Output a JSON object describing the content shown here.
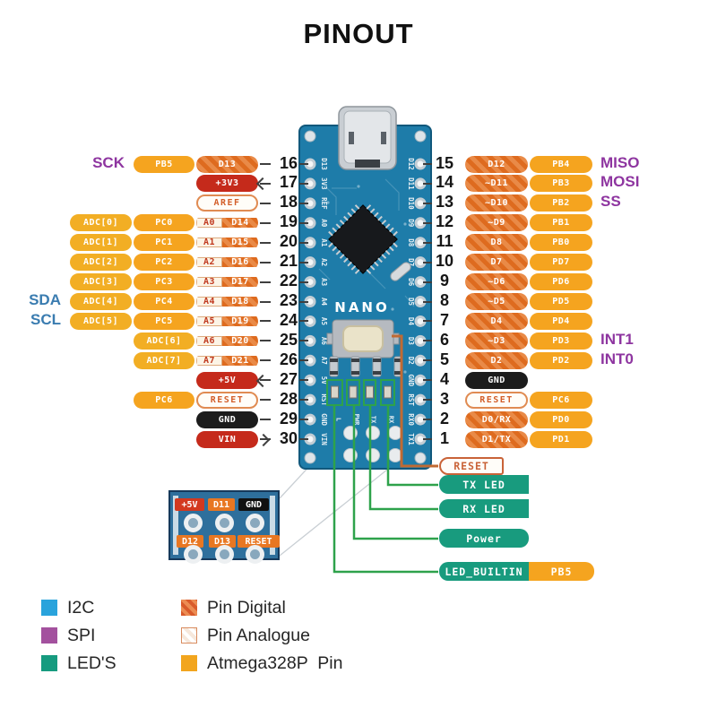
{
  "title": "PINOUT",
  "colors": {
    "mcu_orange": "#F5A41F",
    "adc_orange": "#F2AE24",
    "digital_orange": "#DE6B1F",
    "digital_stripe": "#E98A47",
    "power_red": "#C52A1B",
    "gnd_black": "#1C1C1C",
    "teal": "#189B7E",
    "outline_text": "#D35F2B",
    "purple_text": "#8E35A0",
    "i2c_blue": "#29A3DC",
    "sda_scl_blue": "#3A7CB0",
    "spi_purple": "#A3519E",
    "leds_teal": "#169B7F",
    "wire_green": "#2EA24B",
    "wire_orange": "#C06A33",
    "board_blue": "#1E7CA9"
  },
  "left_rows": [
    {
      "num": "16",
      "tag": "SCK",
      "tag_color": "purple",
      "cells": [
        {
          "slot": 2,
          "text": "PB5",
          "kind": "mcu"
        },
        {
          "slot": 3,
          "text": "D13",
          "kind": "digital"
        }
      ]
    },
    {
      "num": "17",
      "arrow": "left",
      "cells": [
        {
          "slot": 3,
          "text": "+3V3",
          "kind": "power"
        }
      ]
    },
    {
      "num": "18",
      "cells": [
        {
          "slot": 3,
          "text": "AREF",
          "kind": "outline"
        }
      ]
    },
    {
      "num": "19",
      "cells": [
        {
          "slot": 1,
          "text": "ADC[0]",
          "kind": "adc"
        },
        {
          "slot": 2,
          "text": "PC0",
          "kind": "mcu"
        },
        {
          "slot": 3,
          "a": "A0",
          "text": "D14",
          "kind": "andig"
        }
      ]
    },
    {
      "num": "20",
      "cells": [
        {
          "slot": 1,
          "text": "ADC[1]",
          "kind": "adc"
        },
        {
          "slot": 2,
          "text": "PC1",
          "kind": "mcu"
        },
        {
          "slot": 3,
          "a": "A1",
          "text": "D15",
          "kind": "andig"
        }
      ]
    },
    {
      "num": "21",
      "cells": [
        {
          "slot": 1,
          "text": "ADC[2]",
          "kind": "adc"
        },
        {
          "slot": 2,
          "text": "PC2",
          "kind": "mcu"
        },
        {
          "slot": 3,
          "a": "A2",
          "text": "D16",
          "kind": "andig"
        }
      ]
    },
    {
      "num": "22",
      "cells": [
        {
          "slot": 1,
          "text": "ADC[3]",
          "kind": "adc"
        },
        {
          "slot": 2,
          "text": "PC3",
          "kind": "mcu"
        },
        {
          "slot": 3,
          "a": "A3",
          "text": "D17",
          "kind": "andig"
        }
      ]
    },
    {
      "num": "23",
      "tag": "SDA",
      "tag_color": "blue",
      "cells": [
        {
          "slot": 1,
          "text": "ADC[4]",
          "kind": "adc"
        },
        {
          "slot": 2,
          "text": "PC4",
          "kind": "mcu"
        },
        {
          "slot": 3,
          "a": "A4",
          "text": "D18",
          "kind": "andig"
        }
      ]
    },
    {
      "num": "24",
      "tag": "SCL",
      "tag_color": "blue",
      "cells": [
        {
          "slot": 1,
          "text": "ADC[5]",
          "kind": "adc"
        },
        {
          "slot": 2,
          "text": "PC5",
          "kind": "mcu"
        },
        {
          "slot": 3,
          "a": "A5",
          "text": "D19",
          "kind": "andig"
        }
      ]
    },
    {
      "num": "25",
      "cells": [
        {
          "slot": 2,
          "text": "ADC[6]",
          "kind": "adc"
        },
        {
          "slot": 3,
          "a": "A6",
          "text": "D20",
          "kind": "andig"
        }
      ]
    },
    {
      "num": "26",
      "cells": [
        {
          "slot": 2,
          "text": "ADC[7]",
          "kind": "adc"
        },
        {
          "slot": 3,
          "a": "A7",
          "text": "D21",
          "kind": "andig"
        }
      ]
    },
    {
      "num": "27",
      "arrow": "left",
      "cells": [
        {
          "slot": 3,
          "text": "+5V",
          "kind": "power"
        }
      ]
    },
    {
      "num": "28",
      "cells": [
        {
          "slot": 2,
          "text": "PC6",
          "kind": "mcu"
        },
        {
          "slot": 3,
          "text": "RESET",
          "kind": "outline"
        }
      ]
    },
    {
      "num": "29",
      "cells": [
        {
          "slot": 3,
          "text": "GND",
          "kind": "gnd"
        }
      ]
    },
    {
      "num": "30",
      "arrow": "right",
      "cells": [
        {
          "slot": 3,
          "text": "VIN",
          "kind": "power"
        }
      ]
    }
  ],
  "right_rows": [
    {
      "num": "15",
      "tag": "MISO",
      "tag_color": "purple",
      "cells": [
        {
          "slot": 1,
          "text": "D12",
          "kind": "digital"
        },
        {
          "slot": 2,
          "text": "PB4",
          "kind": "mcu"
        }
      ]
    },
    {
      "num": "14",
      "tag": "MOSI",
      "tag_color": "purple",
      "cells": [
        {
          "slot": 1,
          "text": "~D11",
          "kind": "digital"
        },
        {
          "slot": 2,
          "text": "PB3",
          "kind": "mcu"
        }
      ]
    },
    {
      "num": "13",
      "tag": "SS",
      "tag_color": "purple",
      "cells": [
        {
          "slot": 1,
          "text": "~D10",
          "kind": "digital"
        },
        {
          "slot": 2,
          "text": "PB2",
          "kind": "mcu"
        }
      ]
    },
    {
      "num": "12",
      "cells": [
        {
          "slot": 1,
          "text": "~D9",
          "kind": "digital"
        },
        {
          "slot": 2,
          "text": "PB1",
          "kind": "mcu"
        }
      ]
    },
    {
      "num": "11",
      "cells": [
        {
          "slot": 1,
          "text": "D8",
          "kind": "digital"
        },
        {
          "slot": 2,
          "text": "PB0",
          "kind": "mcu"
        }
      ]
    },
    {
      "num": "10",
      "cells": [
        {
          "slot": 1,
          "text": "D7",
          "kind": "digital"
        },
        {
          "slot": 2,
          "text": "PD7",
          "kind": "mcu"
        }
      ]
    },
    {
      "num": "9",
      "cells": [
        {
          "slot": 1,
          "text": "~D6",
          "kind": "digital"
        },
        {
          "slot": 2,
          "text": "PD6",
          "kind": "mcu"
        }
      ]
    },
    {
      "num": "8",
      "cells": [
        {
          "slot": 1,
          "text": "~D5",
          "kind": "digital"
        },
        {
          "slot": 2,
          "text": "PD5",
          "kind": "mcu"
        }
      ]
    },
    {
      "num": "7",
      "cells": [
        {
          "slot": 1,
          "text": "D4",
          "kind": "digital"
        },
        {
          "slot": 2,
          "text": "PD4",
          "kind": "mcu"
        }
      ]
    },
    {
      "num": "6",
      "tag": "INT1",
      "tag_color": "purple",
      "cells": [
        {
          "slot": 1,
          "text": "~D3",
          "kind": "digital"
        },
        {
          "slot": 2,
          "text": "PD3",
          "kind": "mcu"
        }
      ]
    },
    {
      "num": "5",
      "tag": "INT0",
      "tag_color": "purple",
      "cells": [
        {
          "slot": 1,
          "text": "D2",
          "kind": "digital"
        },
        {
          "slot": 2,
          "text": "PD2",
          "kind": "mcu"
        }
      ]
    },
    {
      "num": "4",
      "cells": [
        {
          "slot": 1,
          "text": "GND",
          "kind": "gnd"
        }
      ]
    },
    {
      "num": "3",
      "cells": [
        {
          "slot": 1,
          "text": "RESET",
          "kind": "outline"
        },
        {
          "slot": 2,
          "text": "PC6",
          "kind": "mcu"
        }
      ]
    },
    {
      "num": "2",
      "cells": [
        {
          "slot": 1,
          "text": "D0/RX",
          "kind": "digital"
        },
        {
          "slot": 2,
          "text": "PD0",
          "kind": "mcu"
        }
      ]
    },
    {
      "num": "1",
      "cells": [
        {
          "slot": 1,
          "text": "D1/TX",
          "kind": "digital"
        },
        {
          "slot": 2,
          "text": "PD1",
          "kind": "mcu"
        }
      ]
    }
  ],
  "board": {
    "name": "NANO",
    "left_silk": [
      "D13",
      "3V3",
      "REF",
      "A0",
      "A1",
      "A2",
      "A3",
      "A4",
      "A5",
      "A6",
      "A7",
      "5V",
      "RST",
      "GND",
      "VIN"
    ],
    "right_silk": [
      "D12",
      "D11",
      "D10",
      "D9",
      "D8",
      "D7",
      "D6",
      "D5",
      "D4",
      "D3",
      "D2",
      "GND",
      "RST",
      "RX0",
      "TX1"
    ],
    "led_silk": [
      "L",
      "PWR",
      "TX",
      "RX"
    ]
  },
  "inset": {
    "top": [
      {
        "text": "+5V",
        "kind": "power"
      },
      {
        "text": "D11",
        "kind": "mcu"
      },
      {
        "text": "GND",
        "kind": "gnd"
      }
    ],
    "bottom": [
      {
        "text": "D12",
        "kind": "mcu"
      },
      {
        "text": "D13",
        "kind": "mcu"
      },
      {
        "text": "RESET",
        "kind": "mcu"
      }
    ]
  },
  "callouts": {
    "reset": "RESET",
    "tx_led": "TX LED",
    "rx_led": "RX LED",
    "power": "Power",
    "led_builtin": "LED_BUILTIN",
    "led_builtin_pin": "PB5"
  },
  "legend": {
    "left": [
      {
        "label": "I2C",
        "key": "i2c"
      },
      {
        "label": "SPI",
        "key": "spi"
      },
      {
        "label": "LED'S",
        "key": "leds"
      }
    ],
    "right": [
      {
        "label": "Pin Digital",
        "key": "digital"
      },
      {
        "label": "Pin Analogue",
        "key": "analog"
      },
      {
        "label": "Atmega328P  Pin",
        "key": "mcu"
      }
    ]
  }
}
